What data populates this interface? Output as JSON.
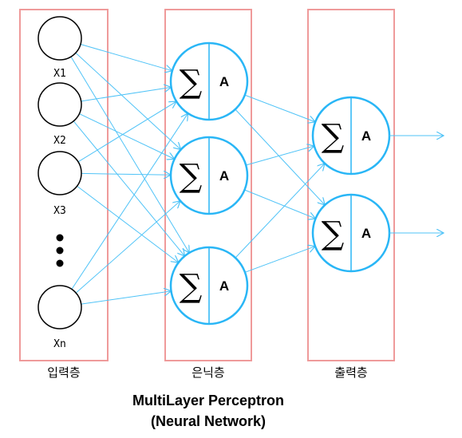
{
  "colors": {
    "layer_box": "#ef9a9a",
    "connection": "#4fc3f7",
    "neuron_border": "#29b6f6",
    "input_border": "#000000"
  },
  "layers": {
    "input": {
      "label": "입력층"
    },
    "hidden": {
      "label": "은닉층"
    },
    "output": {
      "label": "출력층"
    }
  },
  "input_nodes": [
    {
      "label": "X1"
    },
    {
      "label": "X2"
    },
    {
      "label": "X3"
    },
    {
      "label": "Xn"
    }
  ],
  "ellipsis_icon": "vertical-dots",
  "neuron": {
    "sum_symbol": "∑",
    "activation": "A"
  },
  "hidden_node_count": 3,
  "output_node_count": 2,
  "title": {
    "line1": "MultiLayer Perceptron",
    "line2": "(Neural Network)"
  }
}
